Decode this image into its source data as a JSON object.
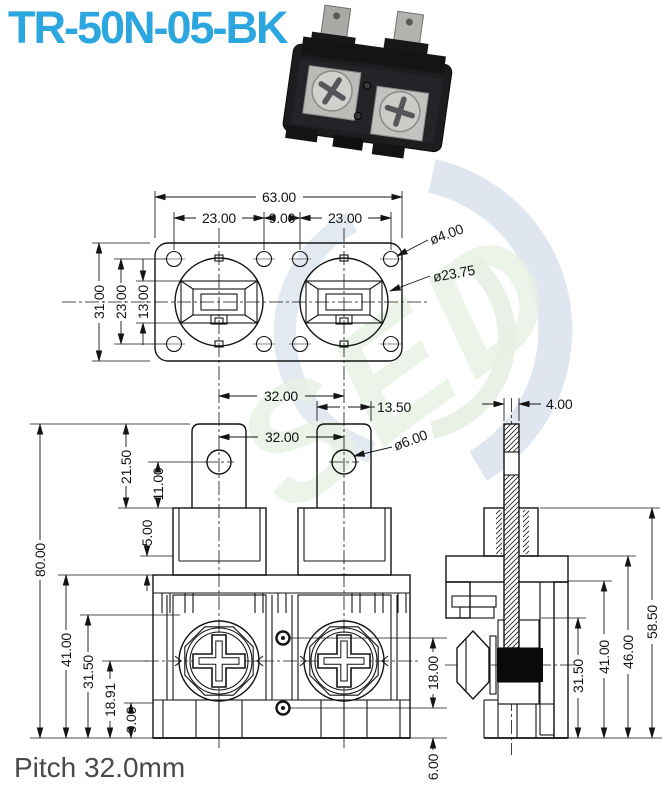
{
  "title": "TR-50N-05-BK",
  "footer": {
    "pitch": "Pitch 32.0mm"
  },
  "watermark": {
    "text": "SED"
  },
  "colors": {
    "title_blue": "#2BA6DF",
    "watermark_blue": "#c7d3e3",
    "watermark_green": "#d6e5cf",
    "line": "#141414"
  },
  "top_view": {
    "overall_width": "63.00",
    "hole_span_left": "23.00",
    "hole_span_center": "9.00",
    "hole_span_right": "23.00",
    "hole_dia": "ø4.00",
    "boss_dia": "ø23.75",
    "overall_depth": "31.00",
    "hole_row_span": "23.00",
    "slot_height": "13.00"
  },
  "front_view": {
    "pitch_top": "32.00",
    "tab_width": "13.50",
    "pitch_mid": "32.00",
    "tab_hole_dia": "ø6.00",
    "tab_height": "21.50",
    "hole_height": "11.00",
    "step_height": "5.00",
    "overall_height": "80.00",
    "body_height": "41.00",
    "washer_top": "31.50",
    "screw_center": "18.91",
    "base_height": "9.00",
    "center_hole_span": "18.00",
    "center_hole_offset": "6.00"
  },
  "side_view": {
    "tab_thickness": "4.00",
    "overall_height": "58.50",
    "upper_step": "46.00",
    "body_height": "41.00",
    "washer_top": "31.50"
  }
}
